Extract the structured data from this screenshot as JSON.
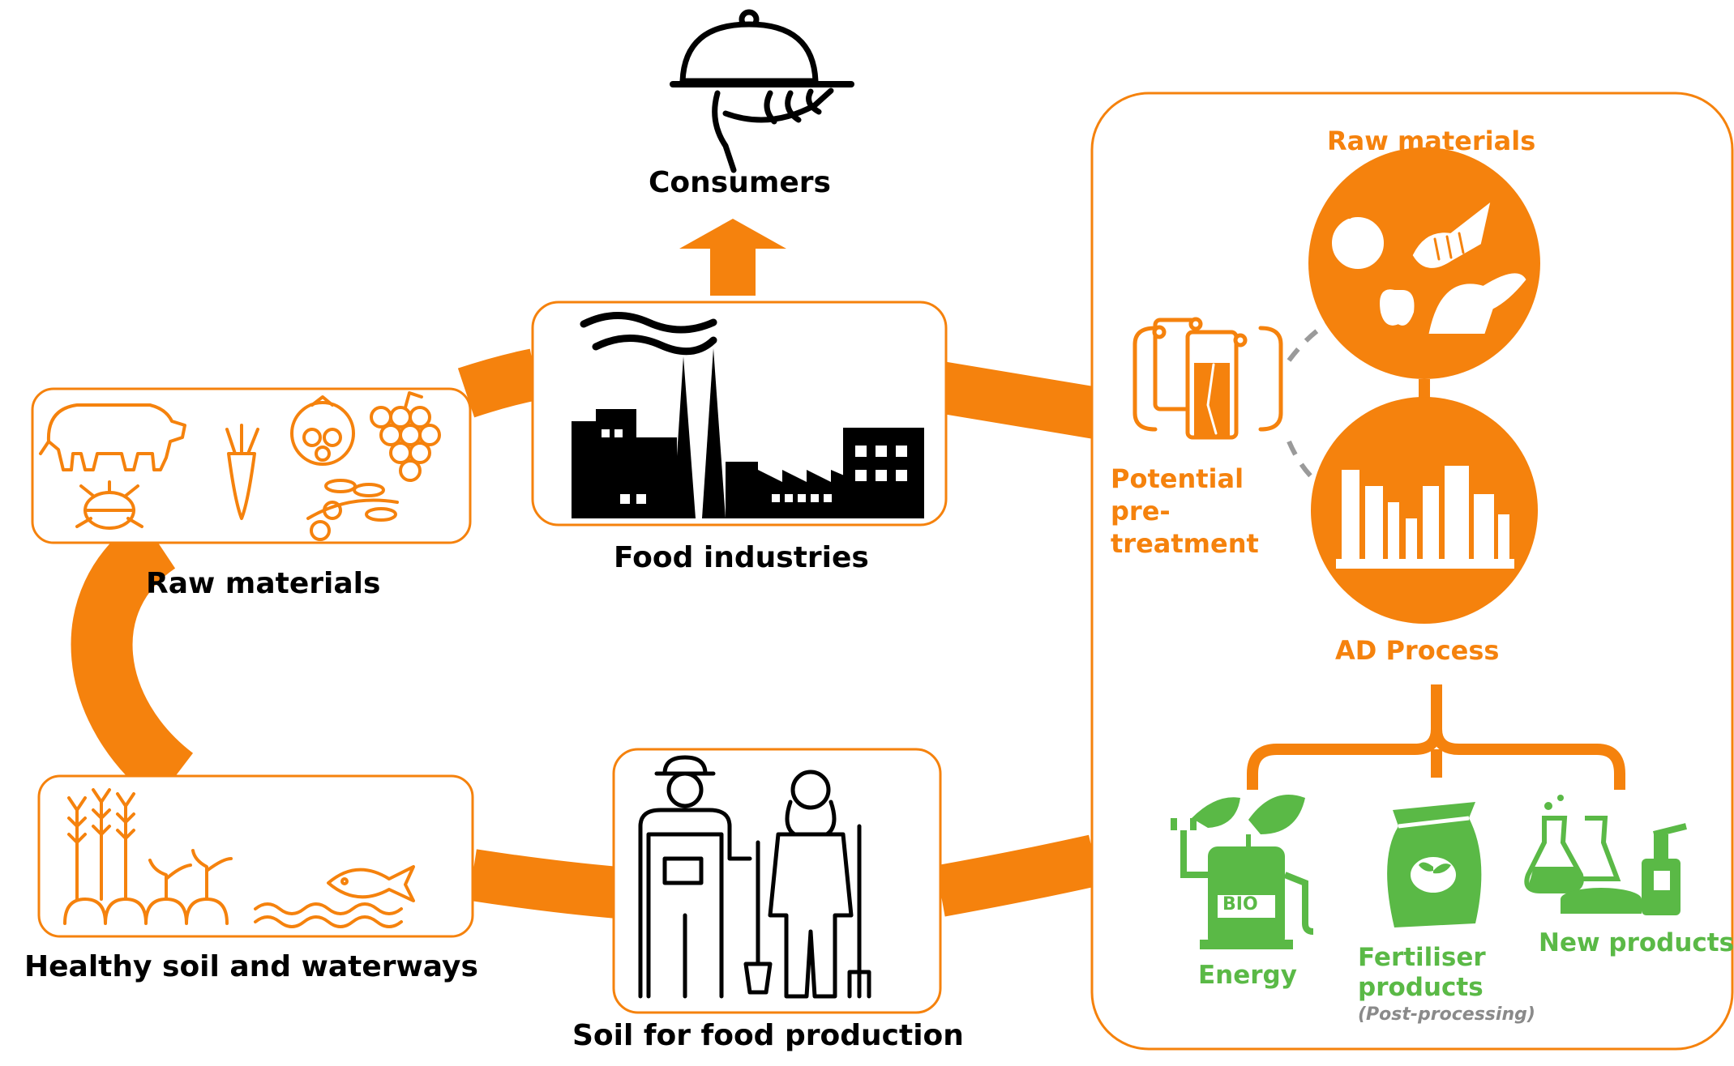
{
  "colors": {
    "orange": "#f5820d",
    "green": "#5ab946",
    "gray": "#9a9a9a",
    "black": "#000000"
  },
  "labels": {
    "consumers": "Consumers",
    "food_industries": "Food industries",
    "raw_materials_left": "Raw materials",
    "healthy_soil": "Healthy soil and waterways",
    "soil_food": "Soil for food production",
    "raw_materials_ad": "Raw materials",
    "pretreatment_1": "Potential",
    "pretreatment_2": "pre-",
    "pretreatment_3": "treatment",
    "ad_process": "AD Process",
    "energy": "Energy",
    "fertiliser_1": "Fertiliser",
    "fertiliser_2": "products",
    "fertiliser_note": "(Post-processing)",
    "new_products": "New products",
    "bio_badge": "BIO"
  },
  "icons": [
    "cloche-hand-icon",
    "arrow-up-icon",
    "factory-icon",
    "cow-icon",
    "carrot-icon",
    "tomato-icon",
    "grapes-icon",
    "beetle-icon",
    "olive-branch-icon",
    "wheat-icon",
    "seedlings-icon",
    "fish-icon",
    "farmer-man-icon",
    "farmer-woman-icon",
    "pretreatment-tank-icon",
    "food-waste-icon",
    "ad-plant-icon",
    "bio-fuel-pump-icon",
    "fertiliser-bag-icon",
    "lab-flasks-icon"
  ]
}
